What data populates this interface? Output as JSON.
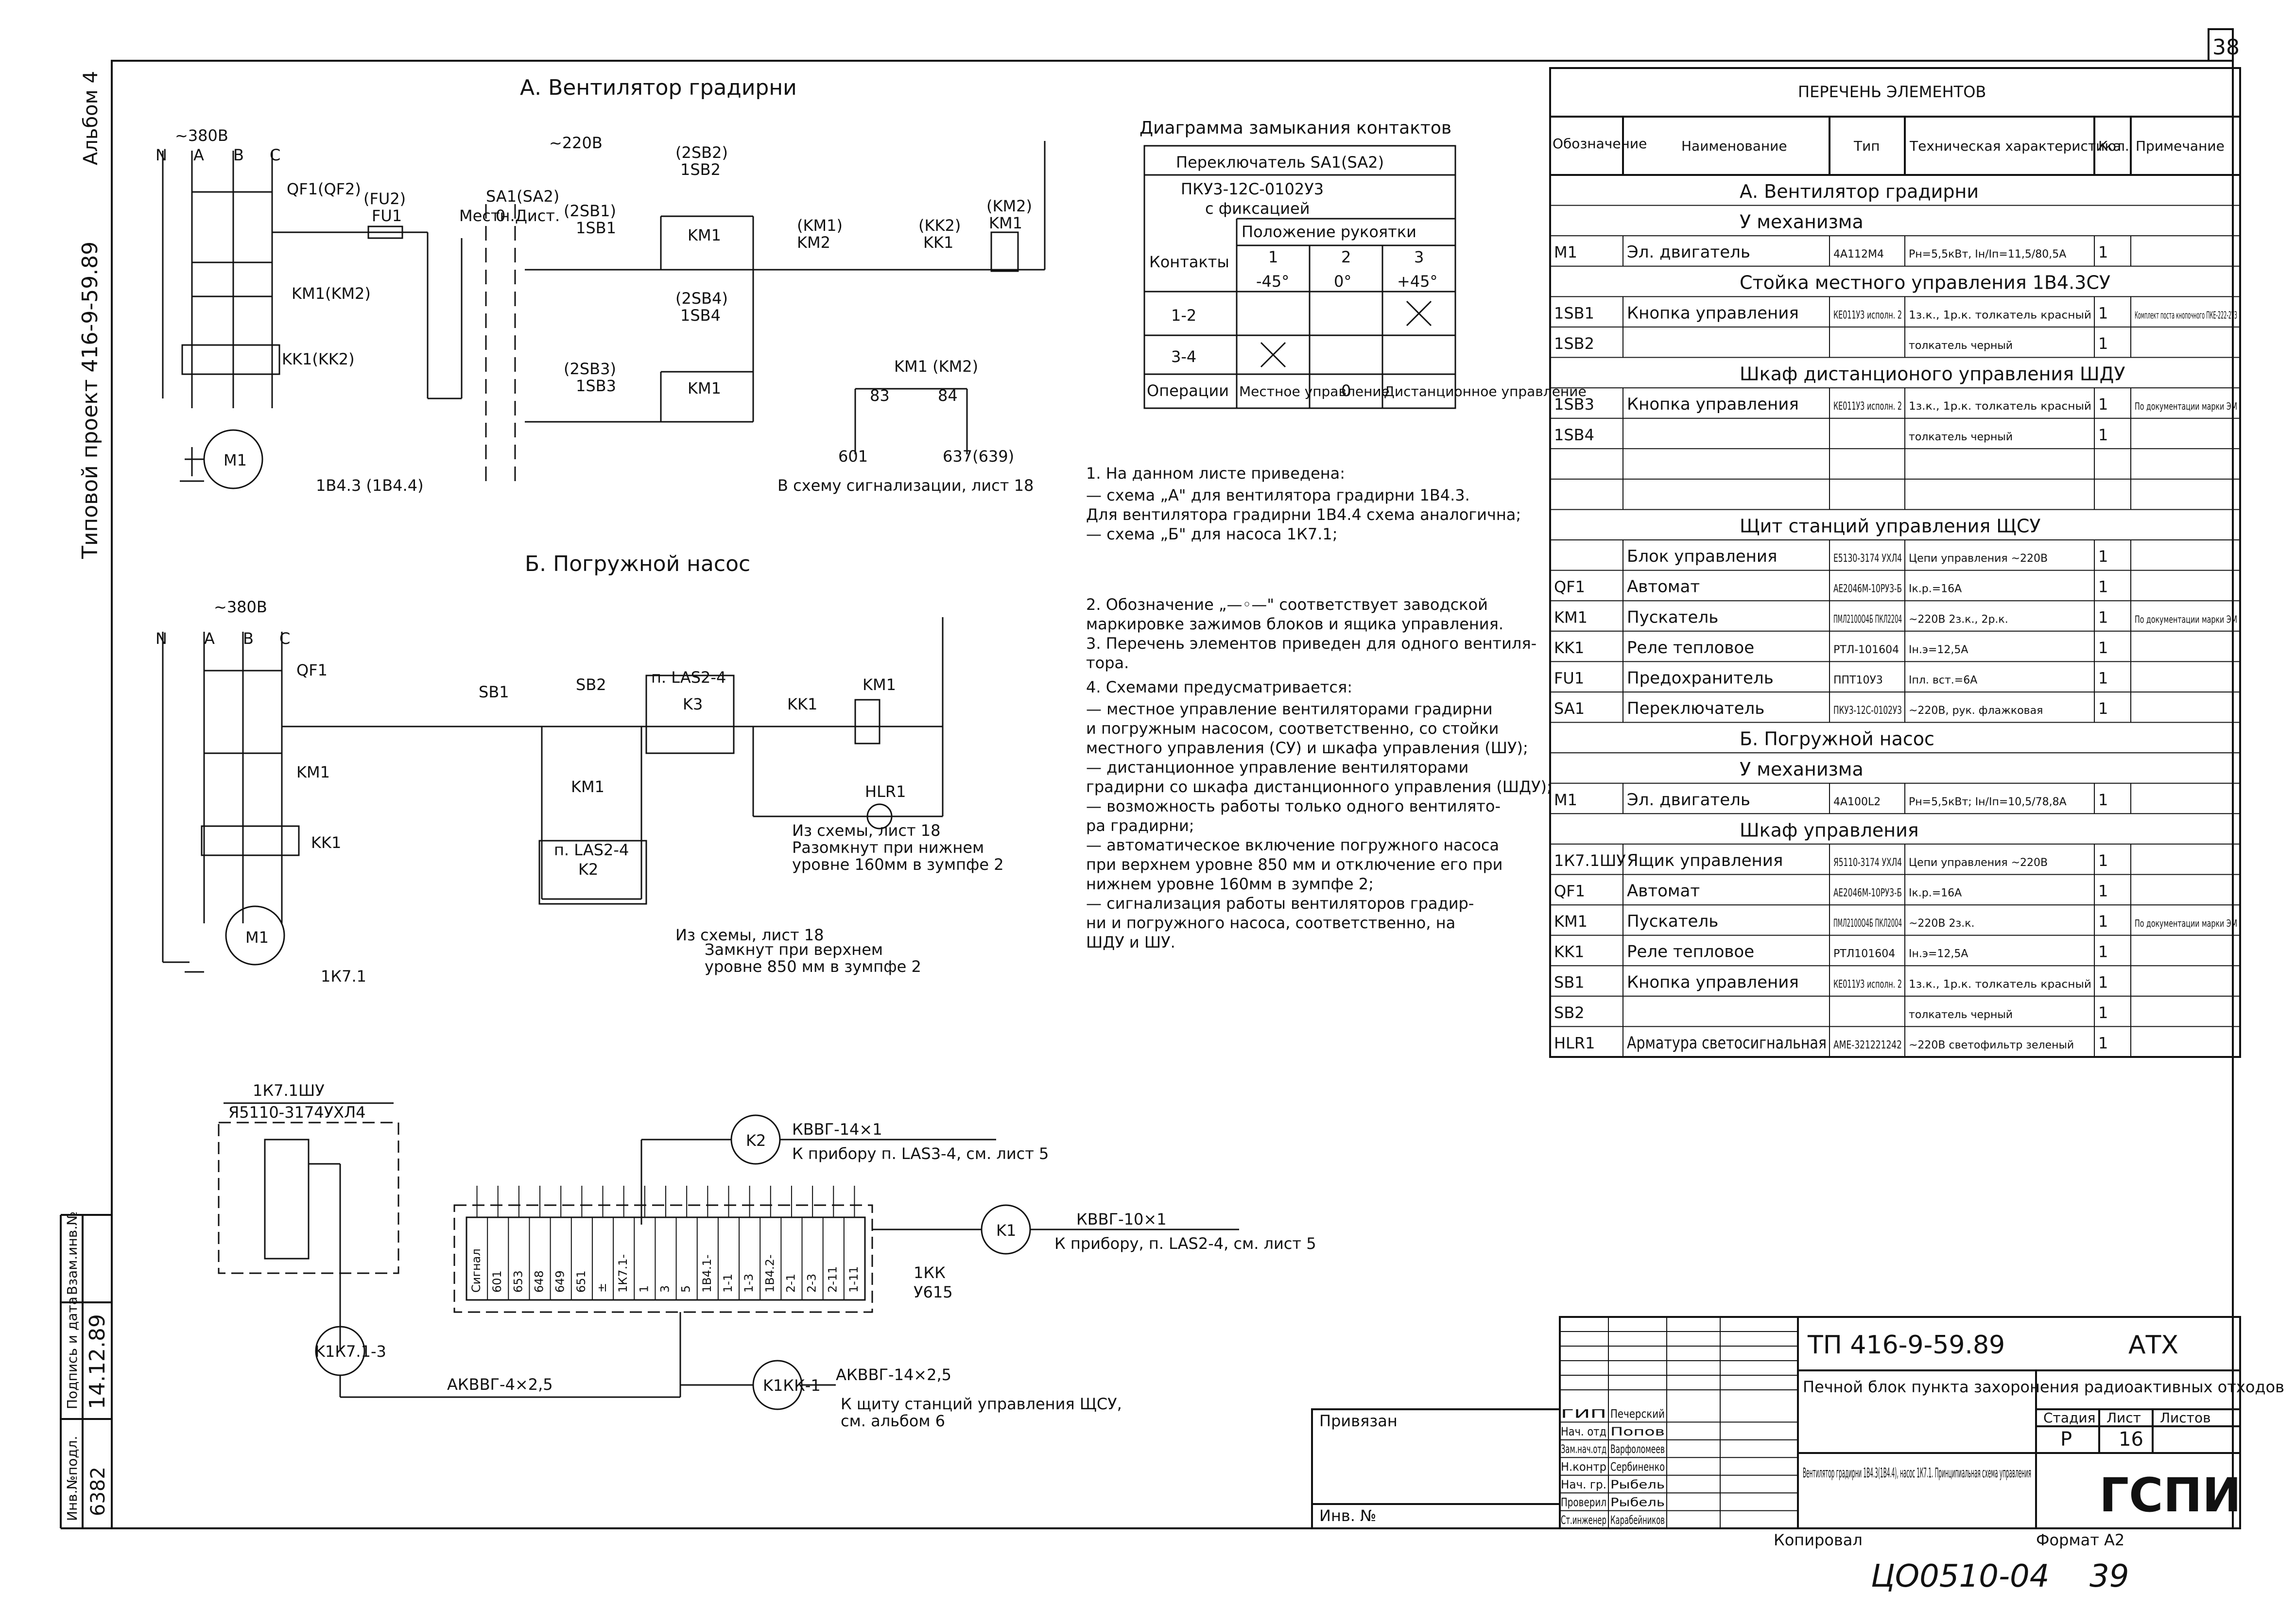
{
  "sheet": {
    "number": "38",
    "vertical_album": "Альбом 4",
    "vertical_project": "Типовой проект 416-9-59.89"
  },
  "left_block": {
    "inv_label": "Инв.№подл.",
    "inv_value": "6382",
    "sig_label": "Подпись и дата",
    "sig_value": "14.12.89",
    "vzam_label": "Взам.инв.№"
  },
  "sectionA": {
    "title": "А. Вентилятор градирни",
    "v380": "~380В",
    "v220": "~220В",
    "phases": [
      "N",
      "A",
      "B",
      "C"
    ],
    "qf": "QF1(QF2)",
    "fu": "(FU2)",
    "fu1": "FU1",
    "sa": "SA1(SA2)",
    "mest": "Местн.",
    "dist": "Дист.",
    "zero": "0",
    "s2sb1": "(2SB1)",
    "s1sb1": "1SB1",
    "s2sb2": "(2SB2)",
    "s1sb2": "1SB2",
    "s2sb3": "(2SB3)",
    "s1sb3": "1SB3",
    "s2sb4": "(2SB4)",
    "s1sb4": "1SB4",
    "km1": "KM1",
    "km1km2": "KM1(KM2)",
    "kk1kk2": "KK1(KK2)",
    "km1b": "(KM1)",
    "km2": "KM2",
    "kk2": "(KK2)",
    "kk1": "KK1",
    "km2b": "(KM2)",
    "km1c": "KM1",
    "motor": "M1",
    "label": "1В4.3 (1В4.4)",
    "kmsig": "KM1 (KM2)",
    "n83": "83",
    "n84": "84",
    "n601": "601",
    "n637": "637(639)",
    "sig_note": "В схему сигнализации, лист 18"
  },
  "contacts": {
    "title": "Диаграмма замыкания контактов",
    "switch": "Переключатель SA1(SA2)",
    "type": "ПКУ3-12С-0102У3",
    "fix": "с фиксацией",
    "pos_header": "Положение рукоятки",
    "contacts_label": "Контакты",
    "positions": [
      "1",
      "2",
      "3"
    ],
    "angles": [
      "-45°",
      "0°",
      "+45°"
    ],
    "rows": [
      "1-2",
      "3-4"
    ],
    "ops_label": "Операции",
    "ops": [
      "Местное управление",
      "0",
      "Дистанционное управление"
    ]
  },
  "notes": {
    "n1": "1. На данном листе приведена:",
    "n1a": "— схема „А\" для вентилятора градирни 1В4.3.",
    "n1b": "Для вентилятора градирни 1В4.4 схема аналогична;",
    "n1c": "— схема „Б\" для насоса 1К7.1;",
    "n2a": "2. Обозначение „—◦—\" соответствует заводской",
    "n2b": "маркировке зажимов блоков и ящика управления.",
    "n3a": "3. Перечень элементов приведен для одного вентиля-",
    "n3b": "тора.",
    "n4": "4. Схемами предусматривается:",
    "n4a": "— местное управление вентиляторами градирни",
    "n4b": "и погружным насосом, соответственно, со стойки",
    "n4c": "местного управления (СУ) и шкафа управления (ШУ);",
    "n4d": "— дистанционное управление вентиляторами",
    "n4e": "градирни со шкафа дистанционного управления (ШДУ);",
    "n4f": "— возможность работы только одного вентилято-",
    "n4g": "ра градирни;",
    "n4h": "— автоматическое включение погружного насоса",
    "n4i": "при верхнем уровне 850 мм и отключение его при",
    "n4j": "нижнем уровне 160мм в зумпфе 2;",
    "n4k": "— сигнализация работы вентиляторов градир-",
    "n4l": "ни и погружного насоса, соответственно, на",
    "n4m": "ШДУ и ШУ."
  },
  "sectionB": {
    "title": "Б. Погружной насос",
    "v380": "~380В",
    "qf": "QF1",
    "km1": "KM1",
    "kk1": "KK1",
    "motor": "M1",
    "label": "1К7.1",
    "sb1": "SB1",
    "sb2": "SB2",
    "las": "п. LAS2-4",
    "k3": "K3",
    "kk1b": "KK1",
    "km1b": "KM1",
    "hlr": "HLR1",
    "km1c": "KM1",
    "k2": "K2",
    "las2": "п. LAS2-4",
    "note1a": "Из схемы, лист 18",
    "note1b": "Разомкнут при нижнем",
    "note1c": "уровне 160мм в зумпфе 2",
    "note2a": "Из схемы, лист 18",
    "note2b": "Замкнут при верхнем",
    "note2c": "уровне 850 мм в зумпфе 2"
  },
  "sectionC": {
    "box_title": "1К7.1ШУ",
    "box_type": "Я5110-3174УХЛ4",
    "k1k7": "K1К7.1-3",
    "cable1": "АКВВГ-4×2,5",
    "k2": "K2",
    "cable2": "КВВГ-14×1",
    "to2": "К прибору п. LAS3-4, см. лист 5",
    "k1": "K1",
    "cable3": "КВВГ-10×1",
    "to3": "К прибору, п. LAS2-4, см. лист 5",
    "term": "1КК",
    "term_type": "У615",
    "k1kk": "K1КК-1",
    "cable4": "АКВВГ-14×2,5",
    "to4a": "К щиту станций управления ЩСУ,",
    "to4b": "см. альбом 6",
    "terminals": [
      "Сигнал",
      "601",
      "653",
      "648",
      "649",
      "651",
      "±",
      "1К7.1-",
      "1",
      "3",
      "5",
      "1В4.1-",
      "1-1",
      "1-3",
      "1В4.2-",
      "2-1",
      "2-3",
      "2-11",
      "1-11"
    ]
  },
  "table": {
    "title": "ПЕРЕЧЕНЬ ЭЛЕМЕНТОВ",
    "headers": [
      "Обозначение",
      "Наименование",
      "Тип",
      "Техническая характеристика",
      "Кол.",
      "Примечание"
    ],
    "rows": [
      {
        "kind": "section",
        "text": "А. Вентилятор градирни"
      },
      {
        "kind": "section",
        "text": "У механизма"
      },
      {
        "kind": "item",
        "des": "M1",
        "name": "Эл. двигатель",
        "type": "4А112М4",
        "char": "Pн=5,5кВт, Iн/Iп=11,5/80,5А",
        "qty": "1",
        "note": ""
      },
      {
        "kind": "section",
        "text": "Стойка местного управления 1В4.3СУ"
      },
      {
        "kind": "item",
        "des": "1SB1",
        "name": "Кнопка управления",
        "type": "КЕ011У3 исполн. 2",
        "char": "1з.к., 1р.к. толкатель красный",
        "qty": "1",
        "note": "Комплект поста кнопочного ПКЕ-222-2У3"
      },
      {
        "kind": "item",
        "des": "1SB2",
        "name": "",
        "type": "",
        "char": "толкатель черный",
        "qty": "1",
        "note": ""
      },
      {
        "kind": "section",
        "text": "Шкаф дистанционого управления ШДУ"
      },
      {
        "kind": "item",
        "des": "1SB3",
        "name": "Кнопка управления",
        "type": "КЕ011У3 исполн. 2",
        "char": "1з.к., 1р.к. толкатель красный",
        "qty": "1",
        "note": "По документации марки ЭМ"
      },
      {
        "kind": "item",
        "des": "1SB4",
        "name": "",
        "type": "",
        "char": "толкатель черный",
        "qty": "1",
        "note": ""
      },
      {
        "kind": "empty"
      },
      {
        "kind": "empty"
      },
      {
        "kind": "section",
        "text": "Щит станций управления ЩСУ"
      },
      {
        "kind": "item",
        "des": "",
        "name": "Блок управления",
        "type": "Е5130-3174 УХЛ4",
        "char": "Цепи управления ~220В",
        "qty": "1",
        "note": ""
      },
      {
        "kind": "item",
        "des": "QF1",
        "name": "Автомат",
        "type": "АЕ2046М-10РУ3-Б",
        "char": "Iк.р.=16А",
        "qty": "1",
        "note": ""
      },
      {
        "kind": "item",
        "des": "KM1",
        "name": "Пускатель",
        "type": "ПМЛ2100О4Б ПКЛ2204",
        "char": "~220В 2з.к., 2р.к.",
        "qty": "1",
        "note": "По документации марки ЭМ"
      },
      {
        "kind": "item",
        "des": "KK1",
        "name": "Реле тепловое",
        "type": "РТЛ-101604",
        "char": "Iн.э=12,5А",
        "qty": "1",
        "note": ""
      },
      {
        "kind": "item",
        "des": "FU1",
        "name": "Предохранитель",
        "type": "ППТ10У3",
        "char": "Iпл. вст.=6А",
        "qty": "1",
        "note": ""
      },
      {
        "kind": "item",
        "des": "SA1",
        "name": "Переключатель",
        "type": "ПКУ3-12С-0102У3",
        "char": "~220В, рук. флажковая",
        "qty": "1",
        "note": ""
      },
      {
        "kind": "section",
        "text": "Б. Погружной насос"
      },
      {
        "kind": "section",
        "text": "У механизма"
      },
      {
        "kind": "item",
        "des": "M1",
        "name": "Эл. двигатель",
        "type": "4А100L2",
        "char": "Pн=5,5кВт; Iн/Iп=10,5/78,8А",
        "qty": "1",
        "note": ""
      },
      {
        "kind": "section",
        "text": "Шкаф управления"
      },
      {
        "kind": "item",
        "des": "1К7.1ШУ",
        "name": "Ящик управления",
        "type": "Я5110-3174 УХЛ4",
        "char": "Цепи управления ~220В",
        "qty": "1",
        "note": ""
      },
      {
        "kind": "item",
        "des": "QF1",
        "name": "Автомат",
        "type": "АЕ2046М-10РУ3-Б",
        "char": "Iк.р.=16А",
        "qty": "1",
        "note": ""
      },
      {
        "kind": "item",
        "des": "KM1",
        "name": "Пускатель",
        "type": "ПМЛ2100О4Б ПКЛ2004",
        "char": "~220В 2з.к.",
        "qty": "1",
        "note": "По документации марки ЭМ"
      },
      {
        "kind": "item",
        "des": "KK1",
        "name": "Реле тепловое",
        "type": "РТЛ101604",
        "char": "Iн.э=12,5А",
        "qty": "1",
        "note": ""
      },
      {
        "kind": "item",
        "des": "SB1",
        "name": "Кнопка управления",
        "type": "КЕ011У3 исполн. 2",
        "char": "1з.к., 1р.к. толкатель красный",
        "qty": "1",
        "note": ""
      },
      {
        "kind": "item",
        "des": "SB2",
        "name": "",
        "type": "",
        "char": "толкатель черный",
        "qty": "1",
        "note": ""
      },
      {
        "kind": "item",
        "des": "HLR1",
        "name": "Арматура светосигнальная",
        "type": "АМЕ-321221242",
        "char": "~220В светофильтр зеленый",
        "qty": "1",
        "note": ""
      }
    ]
  },
  "stamp": {
    "code": "ТП 416-9-59.89",
    "mark": "АТХ",
    "object": "Печной блок пункта захоронения радиоактивных отходов",
    "title": "Вентилятор градирни 1В4.3(1В4.4), насос 1К7.1. Принципиальная схема управления",
    "stage_h": "Стадия",
    "sheet_h": "Лист",
    "sheets_h": "Листов",
    "stage": "Р",
    "sheet": "16",
    "sheets": "",
    "org": "ГСПИ",
    "format": "Формат А2",
    "copied": "Копировал",
    "privyazan": "Привязан",
    "inv": "Инв. №",
    "roles": [
      "ГИП",
      "Нач. отд",
      "Зам.нач.отд",
      "Н.контр",
      "Нач. гр.",
      "Проверил",
      "Ст.инженер"
    ],
    "names": [
      "Печерский",
      "Попов",
      "Варфоломеев",
      "Сербиненко",
      "Рыбель",
      "Рыбель",
      "Карабейников"
    ],
    "handwritten": "ЦО0510-04",
    "handnum": "39"
  }
}
